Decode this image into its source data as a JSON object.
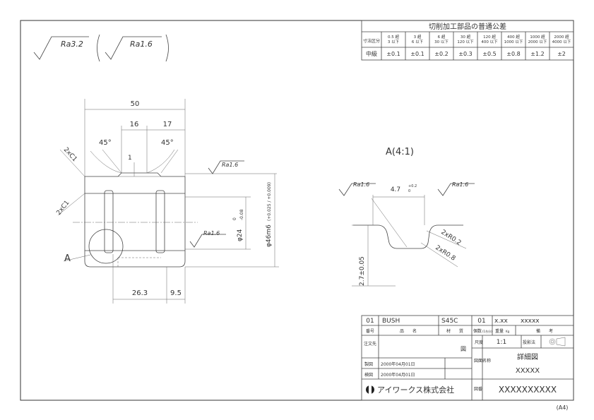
{
  "roughness": {
    "general": "Ra3.2",
    "other": "Ra1.6"
  },
  "tolerance_table": {
    "title": "切削加工部品の普通公差",
    "header_label": "寸法区分",
    "ranges": [
      "0.5 超\n3 以下",
      "3 超\n6 以下",
      "6 超\n30 以下",
      "30 超\n120 以下",
      "120 超\n400 以下",
      "400 超\n1000 以下",
      "1000 超\n2000 以下",
      "2000 超\n4000 以下"
    ],
    "grade_label": "中級",
    "values": [
      "±0.1",
      "±0.1",
      "±0.2",
      "±0.3",
      "±0.5",
      "±0.8",
      "±1.2",
      "±2"
    ]
  },
  "main_view": {
    "dim_length": "50",
    "dim_16": "16",
    "dim_17": "17",
    "angle_left": "45°",
    "angle_right": "45°",
    "chamfer_top": "2xC1",
    "chamfer_side": "2xC1",
    "groove_mark": "1",
    "inner_dia": "φ24",
    "inner_tol_upper": "0",
    "inner_tol_lower": "-0.08",
    "outer_dia": "φ46m6",
    "outer_tol": "(+0.025 / +0.009)",
    "rough_top": "Ra1.6",
    "rough_inner": "Ra1.6",
    "dim_26": "26.3",
    "dim_9": "9.5",
    "detail_label": "A"
  },
  "detail_view": {
    "title": "A(4:1)",
    "width": "4.7",
    "width_tol_upper": "+0.2",
    "width_tol_lower": "0",
    "depth": "2.7±0.05",
    "radius_top": "2xR0.2",
    "radius_bottom": "2xR0.8",
    "rough_left": "Ra1.6",
    "rough_right": "Ra1.6"
  },
  "title_block": {
    "part_no": "01",
    "part_name": "BUSH",
    "material": "S45C",
    "qty": "01",
    "weight": "x.xx",
    "note": "xxxxx",
    "h_no": "番号",
    "h_name": "品　　名",
    "h_material": "材　　質",
    "h_qty": "個数",
    "h_qty_sub": "(1台分)",
    "h_weight": "重量",
    "h_weight_sub": "Kg",
    "h_note": "備　　考",
    "h_note_col": "注文先",
    "h_scale": "尺度",
    "scale": "1:1",
    "h_projection": "投影法",
    "h_drawn": "製図",
    "drawn_date": "2000年04月01日",
    "h_checked": "検図",
    "checked_date": "2000年04月01日",
    "stamp": "図",
    "h_drawing_name": "図面名称",
    "drawing_name": "詳細図",
    "drawing_name_code": "XXXXX",
    "company": "アイワークス株式会社",
    "h_drawing_no": "図番",
    "drawing_no": "XXXXXXXXXX",
    "sheet_size": "(A4)"
  }
}
